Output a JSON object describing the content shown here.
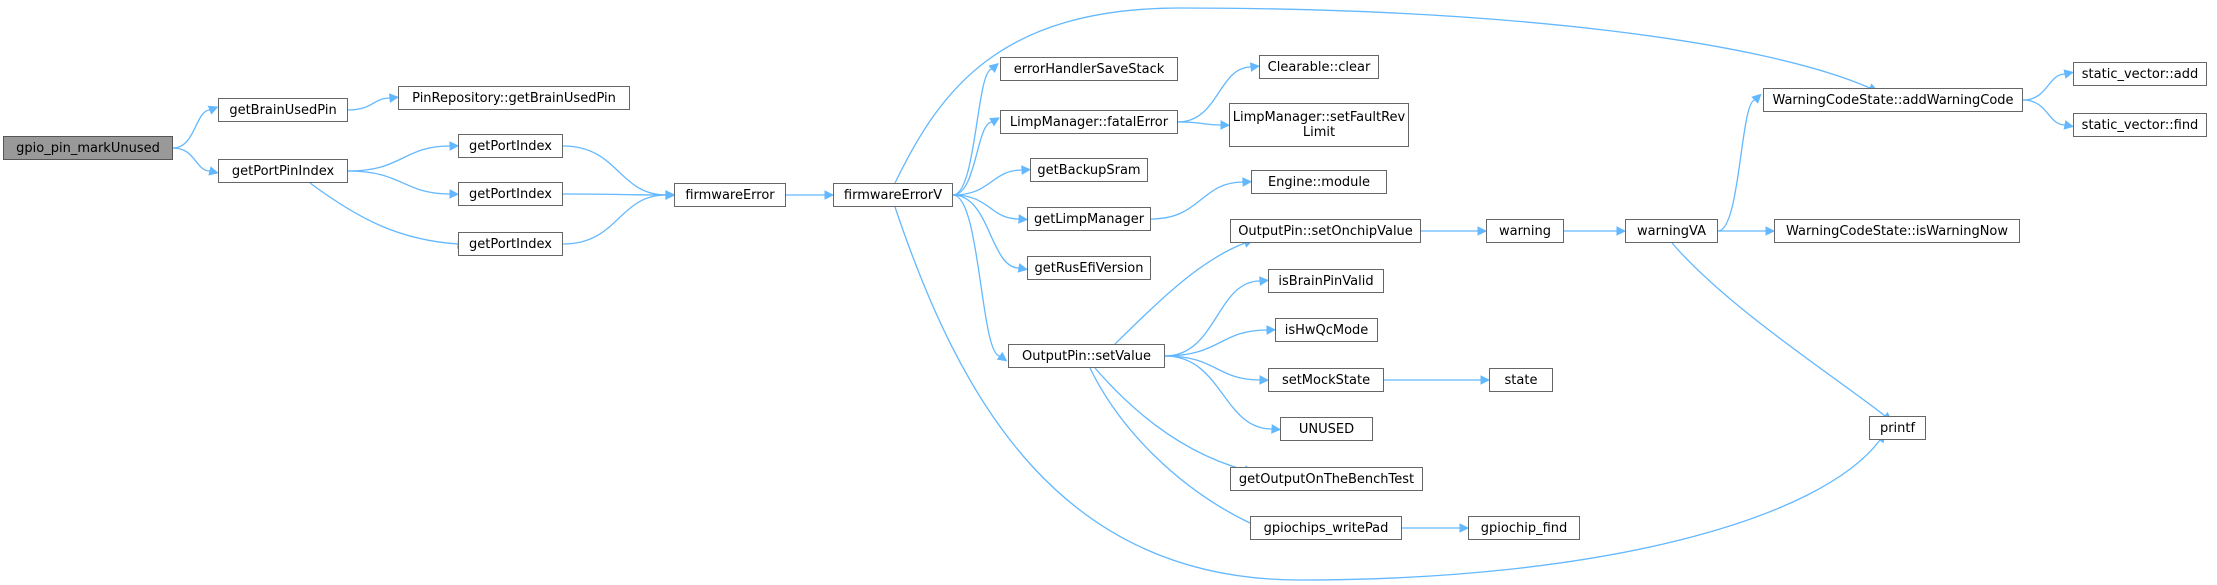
{
  "colors": {
    "edge": "#63b8ff",
    "node_border": "#666666",
    "root_fill": "#999999",
    "node_fill": "#ffffff"
  },
  "nodes": [
    {
      "id": "gpio_pin_markUnused",
      "label": "gpio_pin_markUnused",
      "root": true
    },
    {
      "id": "getBrainUsedPin",
      "label": "getBrainUsedPin"
    },
    {
      "id": "getPortPinIndex",
      "label": "getPortPinIndex"
    },
    {
      "id": "PinRepository_getBrainUsedPin",
      "label": "PinRepository::getBrainUsedPin"
    },
    {
      "id": "getPortIndex1",
      "label": "getPortIndex"
    },
    {
      "id": "getPortIndex2",
      "label": "getPortIndex"
    },
    {
      "id": "getPortIndex3",
      "label": "getPortIndex"
    },
    {
      "id": "firmwareError",
      "label": "firmwareError"
    },
    {
      "id": "firmwareErrorV",
      "label": "firmwareErrorV"
    },
    {
      "id": "errorHandlerSaveStack",
      "label": "errorHandlerSaveStack"
    },
    {
      "id": "LimpManager_fatalError",
      "label": "LimpManager::fatalError"
    },
    {
      "id": "getBackupSram",
      "label": "getBackupSram"
    },
    {
      "id": "getLimpManager",
      "label": "getLimpManager"
    },
    {
      "id": "getRusEfiVersion",
      "label": "getRusEfiVersion"
    },
    {
      "id": "OutputPin_setValue",
      "label": "OutputPin::setValue"
    },
    {
      "id": "Clearable_clear",
      "label": "Clearable::clear"
    },
    {
      "id": "LimpManager_setFaultRevLimit",
      "label": "LimpManager::setFaultRev Limit"
    },
    {
      "id": "Engine_module",
      "label": "Engine::module"
    },
    {
      "id": "OutputPin_setOnchipValue",
      "label": "OutputPin::setOnchipValue"
    },
    {
      "id": "isBrainPinValid",
      "label": "isBrainPinValid"
    },
    {
      "id": "isHwQcMode",
      "label": "isHwQcMode"
    },
    {
      "id": "setMockState",
      "label": "setMockState"
    },
    {
      "id": "UNUSED",
      "label": "UNUSED"
    },
    {
      "id": "getOutputOnTheBenchTest",
      "label": "getOutputOnTheBenchTest"
    },
    {
      "id": "gpiochips_writePad",
      "label": "gpiochips_writePad"
    },
    {
      "id": "warning",
      "label": "warning"
    },
    {
      "id": "state",
      "label": "state"
    },
    {
      "id": "gpiochip_find",
      "label": "gpiochip_find"
    },
    {
      "id": "warningVA",
      "label": "warningVA"
    },
    {
      "id": "WarningCodeState_addWarningCode",
      "label": "WarningCodeState::addWarningCode"
    },
    {
      "id": "WarningCodeState_isWarningNow",
      "label": "WarningCodeState::isWarningNow"
    },
    {
      "id": "printf",
      "label": "printf"
    },
    {
      "id": "static_vector_add",
      "label": "static_vector::add"
    },
    {
      "id": "static_vector_find",
      "label": "static_vector::find"
    }
  ],
  "edges": [
    [
      "gpio_pin_markUnused",
      "getBrainUsedPin"
    ],
    [
      "gpio_pin_markUnused",
      "getPortPinIndex"
    ],
    [
      "getBrainUsedPin",
      "PinRepository_getBrainUsedPin"
    ],
    [
      "getPortPinIndex",
      "getPortIndex1"
    ],
    [
      "getPortPinIndex",
      "getPortIndex2"
    ],
    [
      "getPortPinIndex",
      "getPortIndex3"
    ],
    [
      "getPortIndex1",
      "firmwareError"
    ],
    [
      "getPortIndex2",
      "firmwareError"
    ],
    [
      "getPortIndex3",
      "firmwareError"
    ],
    [
      "firmwareError",
      "firmwareErrorV"
    ],
    [
      "firmwareErrorV",
      "errorHandlerSaveStack"
    ],
    [
      "firmwareErrorV",
      "LimpManager_fatalError"
    ],
    [
      "firmwareErrorV",
      "getBackupSram"
    ],
    [
      "firmwareErrorV",
      "getLimpManager"
    ],
    [
      "firmwareErrorV",
      "getRusEfiVersion"
    ],
    [
      "firmwareErrorV",
      "OutputPin_setValue"
    ],
    [
      "firmwareErrorV",
      "WarningCodeState_addWarningCode"
    ],
    [
      "firmwareErrorV",
      "printf"
    ],
    [
      "LimpManager_fatalError",
      "Clearable_clear"
    ],
    [
      "LimpManager_fatalError",
      "LimpManager_setFaultRevLimit"
    ],
    [
      "getLimpManager",
      "Engine_module"
    ],
    [
      "OutputPin_setValue",
      "OutputPin_setOnchipValue"
    ],
    [
      "OutputPin_setValue",
      "isBrainPinValid"
    ],
    [
      "OutputPin_setValue",
      "isHwQcMode"
    ],
    [
      "OutputPin_setValue",
      "setMockState"
    ],
    [
      "OutputPin_setValue",
      "UNUSED"
    ],
    [
      "OutputPin_setValue",
      "getOutputOnTheBenchTest"
    ],
    [
      "OutputPin_setValue",
      "gpiochips_writePad"
    ],
    [
      "OutputPin_setOnchipValue",
      "warning"
    ],
    [
      "setMockState",
      "state"
    ],
    [
      "gpiochips_writePad",
      "gpiochip_find"
    ],
    [
      "warning",
      "warningVA"
    ],
    [
      "warningVA",
      "WarningCodeState_addWarningCode"
    ],
    [
      "warningVA",
      "WarningCodeState_isWarningNow"
    ],
    [
      "warningVA",
      "printf"
    ],
    [
      "WarningCodeState_addWarningCode",
      "static_vector_add"
    ],
    [
      "WarningCodeState_addWarningCode",
      "static_vector_find"
    ]
  ]
}
